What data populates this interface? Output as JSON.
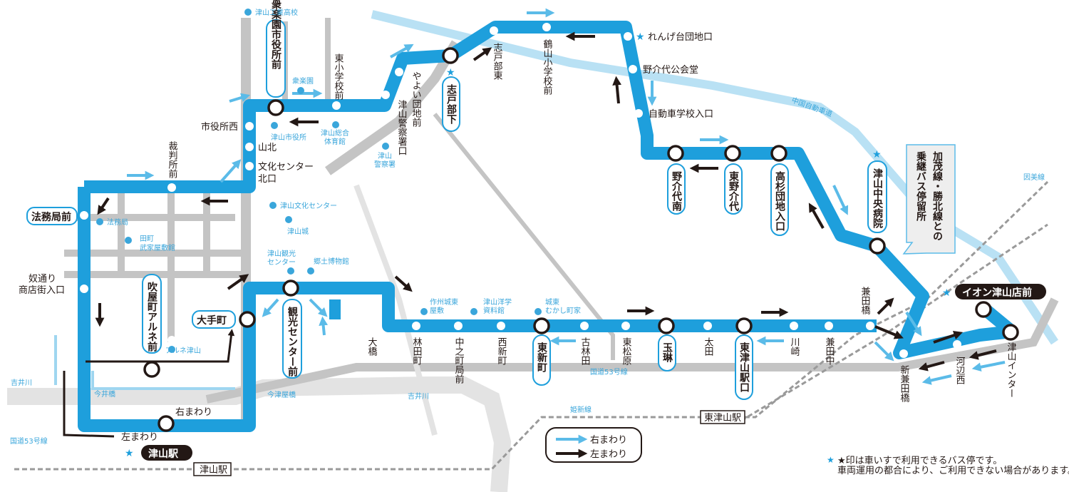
{
  "colors": {
    "route": "#1e9fdc",
    "route_light": "#5bbbe8",
    "highway": "#b9e1f4",
    "road": "#b3b3b3",
    "river": "#e1e1e1",
    "black": "#231815",
    "landmark": "#3aa6db"
  },
  "icons": [
    "star-icon",
    "arrow-right-icon",
    "stop-marker-icon"
  ],
  "stops": {
    "houmu": "法務局前",
    "saibansho": "裁判所前",
    "yakata": "奴通り\n商店街入口",
    "ichiyakushonishi": "市役所西",
    "sanboku": "山北",
    "bunka": "文化センター\n北口",
    "shurakuen": "衆楽園市役所前",
    "higashishogakko": "東小学校前",
    "keisatsu": "津山警察署口",
    "yayoi": "やよい団地前",
    "shitobe": "志戸部下",
    "shitobehigashi": "志戸部東",
    "tsuruyama": "鶴山小学校前",
    "rengedai": "れんげ台団地口",
    "nokeshiro": "野介代公会堂",
    "jidosha": "自動車学校入口",
    "nokeminami": "野介代南",
    "higashinoke": "東野介代",
    "takasugi": "高杉団地入口",
    "chuobyoin": "津山中央病院",
    "kanedabashi": "兼田橋",
    "shinkanedabashi": "新兼田橋",
    "kouchinishi": "河辺西",
    "interchange": "津山インター",
    "aeon": "イオン津山店前",
    "kanedanaka": "兼田中",
    "kawasaki": "川崎",
    "higashitsuyamaeki": "東津山駅口",
    "tada": "太田",
    "tamarin": "玉琳",
    "higashimatsubara": "東松原",
    "koboyashida": "古林田",
    "higashishinmachi": "東新町",
    "nishishinmachi": "西新町",
    "nakanocho": "中之町局前",
    "hayashida": "林田町",
    "ohashi": "大橋",
    "kanko": "観光センター前",
    "otemachi": "大手町",
    "fukiyacho": "吹屋町アルネ前",
    "tsuyamaeki": "津山駅",
    "migimawari_label": "右まわり",
    "hidarimawari_label": "左まわり"
  },
  "landmarks": {
    "kogyo": "津山工業高校",
    "shurakuen": "衆楽園",
    "shiyakusho": "津山市役所",
    "taiikukan": "津山総合\n体育館",
    "keisatsusho": "津山\n警察署",
    "bunka": "津山文化センター",
    "tsuyamajo": "津山城",
    "houmukyoku": "法務局",
    "tamachi": "田町\n武家屋敷館",
    "kanko": "津山観光\nセンター",
    "kyodo": "郷土博物館",
    "sakushu": "作州城東\n屋敷",
    "yogaku": "津山洋学\n資料館",
    "mukashi": "城東\nむかし町家",
    "arune": "アルネ津山"
  },
  "roads": {
    "chugoku": "中国自動車道",
    "kokudo53_a": "国道53号線",
    "kokudo53_b": "国道53号線",
    "imaibashi": "今井橋",
    "imazuyabashi": "今津屋橋",
    "yoshiigawa_a": "吉井川",
    "yoshiigawa_b": "吉井川",
    "kishin": "姫新線",
    "inbi": "因美線"
  },
  "stations": {
    "tsuyama_box": "津山駅",
    "higashitsuyama_box": "東津山駅"
  },
  "callout": "加茂線・勝北線との\n乗継バス停留所",
  "legend": {
    "right": "右まわり",
    "left": "左まわり"
  },
  "footnote": {
    "line1": "★印は車いすで利用できるバス停です。",
    "line2": "車両運用の都合により、ご利用できない場合があります。"
  }
}
